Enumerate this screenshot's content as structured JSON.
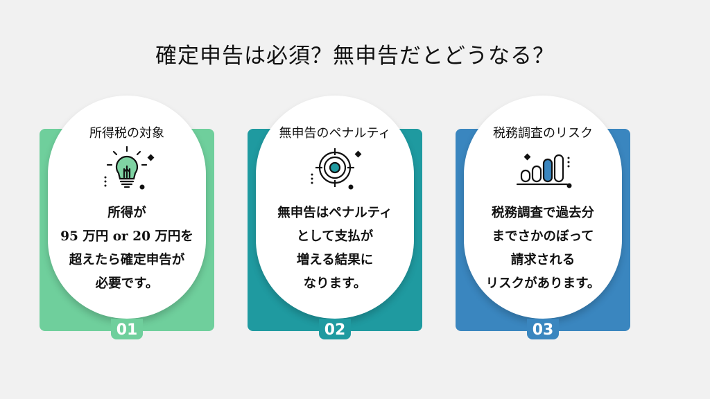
{
  "title": "確定申告は必須？無申告だとどうなる？",
  "cards": [
    {
      "number": "01",
      "heading": "所得税の対象",
      "icon": "lightbulb-icon",
      "color": "#6fcf9c",
      "lines": [
        "所得が",
        "95 万円 or 20 万円を",
        "超えたら確定申告が",
        "必要です。"
      ]
    },
    {
      "number": "02",
      "heading": "無申告のペナルティ",
      "icon": "target-icon",
      "color": "#1f9aa0",
      "lines": [
        "無申告はペナルティ",
        "として支払が",
        "増える結果に",
        "なります。"
      ]
    },
    {
      "number": "03",
      "heading": "税務調査のリスク",
      "icon": "bar-graph-icon",
      "color": "#3a86bf",
      "lines": [
        "税務調査で過去分",
        "までさかのぼって",
        "請求される",
        "リスクがあります。"
      ]
    }
  ]
}
